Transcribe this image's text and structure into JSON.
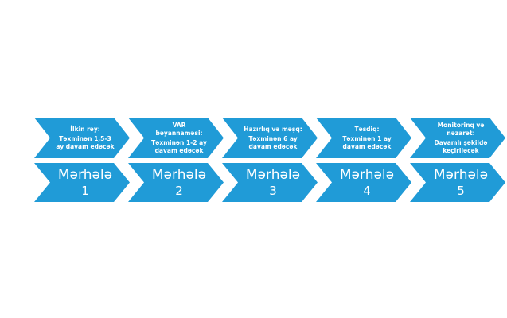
{
  "diagram": {
    "background_color": "#ffffff",
    "accent_color": "#209BD7",
    "text_color": "#ffffff"
  },
  "stages": [
    {
      "header_lines": [
        "İlkin rəy:"
      ],
      "body_lines": [
        "Təxminən 1,5-3",
        "ay davam edəcək"
      ],
      "stage_word": "Mərhələ",
      "stage_number": "1"
    },
    {
      "header_lines": [
        "VAR",
        "bəyannaməsi:"
      ],
      "body_lines": [
        "Təxminən 1-2 ay",
        "davam edəcək"
      ],
      "stage_word": "Mərhələ",
      "stage_number": "2"
    },
    {
      "header_lines": [
        "Hazırlıq və məşq:"
      ],
      "body_lines": [
        "Təxminən 6 ay",
        "davam edəcək"
      ],
      "stage_word": "Mərhələ",
      "stage_number": "3"
    },
    {
      "header_lines": [
        "Təsdiq:"
      ],
      "body_lines": [
        "Təxminən 1 ay",
        "davam edəcək"
      ],
      "stage_word": "Mərhələ",
      "stage_number": "4"
    },
    {
      "header_lines": [
        "Monitorinq və",
        "nəzarət:"
      ],
      "body_lines": [
        "Davamlı şəkildə",
        "keçiriləcək"
      ],
      "stage_word": "Mərhələ",
      "stage_number": "5"
    }
  ]
}
